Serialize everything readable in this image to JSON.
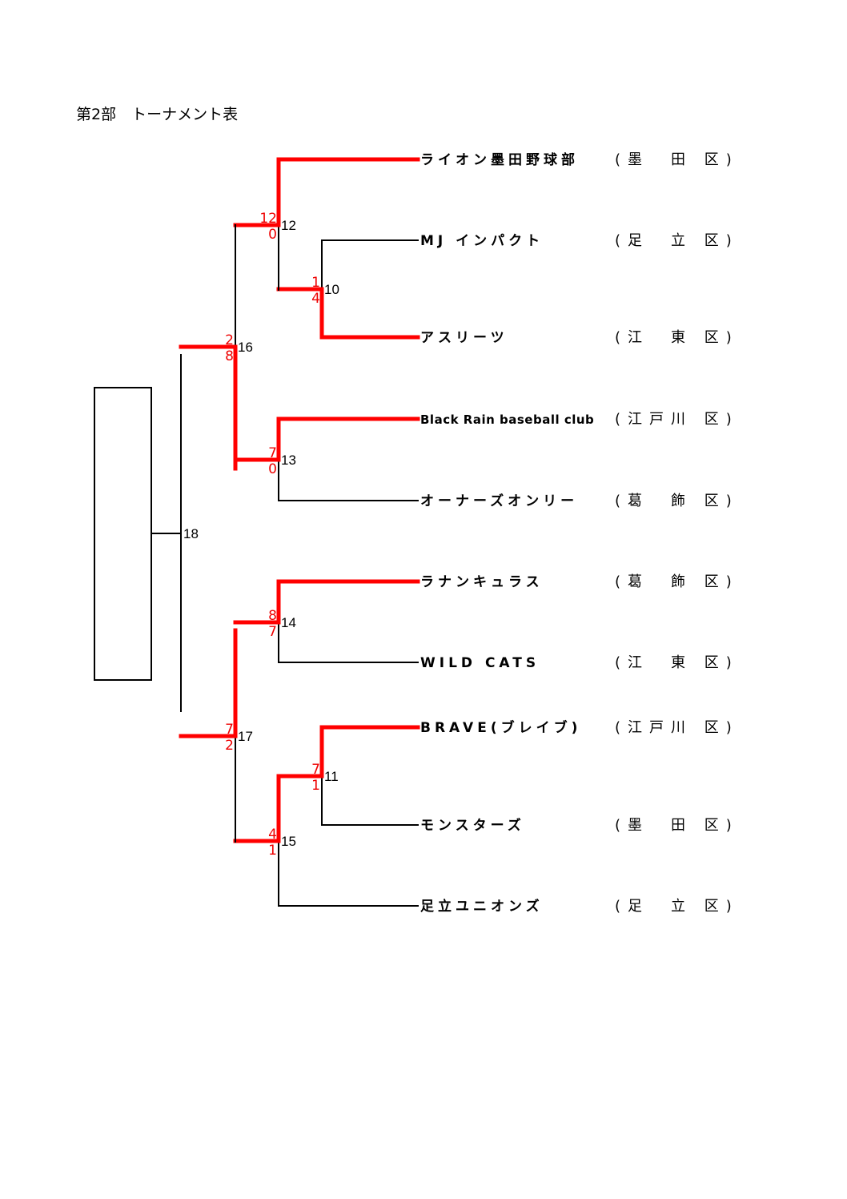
{
  "title": "第2部　トーナメント表",
  "colors": {
    "winner": "#ff0000",
    "line": "#000000"
  },
  "teams": [
    {
      "name": "ライオン墨田野球部",
      "region": "(墨　田 区)"
    },
    {
      "name": "MJ インパクト",
      "region": "(足　立 区)"
    },
    {
      "name": "アスリーツ",
      "region": "(江　東 区)"
    },
    {
      "name": "Black Rain baseball club",
      "region": "(江戸川 区)"
    },
    {
      "name": "オーナーズオンリー",
      "region": "(葛　飾 区)"
    },
    {
      "name": "ラナンキュラス",
      "region": "(葛　飾 区)"
    },
    {
      "name": "WILD CATS",
      "region": "(江　東 区)"
    },
    {
      "name": "BRAVE(ブレイブ)",
      "region": "(江戸川 区)"
    },
    {
      "name": "モンスターズ",
      "region": "(墨　田 区)"
    },
    {
      "name": "足立ユニオンズ",
      "region": "(足　立 区)"
    }
  ],
  "matches": [
    {
      "no": "10",
      "top_score": "1",
      "bottom_score": "4",
      "winner": "bottom"
    },
    {
      "no": "11",
      "top_score": "7",
      "bottom_score": "1",
      "winner": "top"
    },
    {
      "no": "12",
      "top_score": "12",
      "bottom_score": "0",
      "winner": "top"
    },
    {
      "no": "13",
      "top_score": "7",
      "bottom_score": "0",
      "winner": "top"
    },
    {
      "no": "14",
      "top_score": "8",
      "bottom_score": "7",
      "winner": "top"
    },
    {
      "no": "15",
      "top_score": "4",
      "bottom_score": "1",
      "winner": "top"
    },
    {
      "no": "16",
      "top_score": "2",
      "bottom_score": "8",
      "winner": "bottom"
    },
    {
      "no": "17",
      "top_score": "7",
      "bottom_score": "2",
      "winner": "top"
    },
    {
      "no": "18"
    }
  ]
}
